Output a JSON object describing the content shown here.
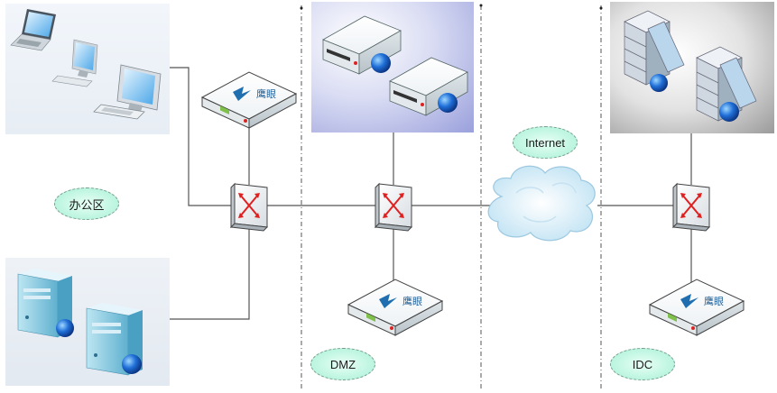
{
  "zones": {
    "office": {
      "label": "办公区"
    },
    "dmz": {
      "label": "DMZ"
    },
    "idc": {
      "label": "IDC"
    },
    "internet": {
      "label": "Internet"
    }
  },
  "devices": {
    "firewall_brand": "鹰眼"
  },
  "colors": {
    "cloud": "#d6ecf7",
    "link": "#555555",
    "zone_label_fill": "#a6f0d6",
    "dmz_panel": "#9aa0dc",
    "idc_panel": "#9a9a9a",
    "switch_arrow": "#e02020"
  }
}
